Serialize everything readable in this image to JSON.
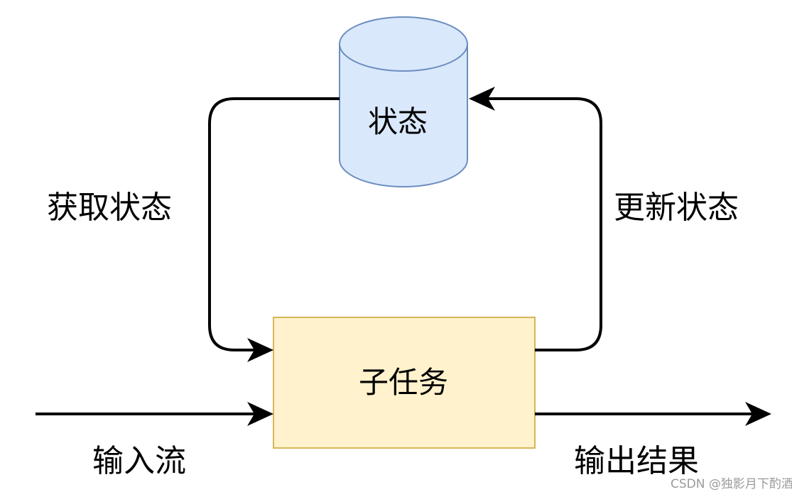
{
  "nodes": {
    "state": "状态",
    "subtask": "子任务"
  },
  "edges": {
    "get_state": "获取状态",
    "update_state": "更新状态",
    "input_stream": "输入流",
    "output_result": "输出结果"
  },
  "watermark": "CSDN @独影月下酌酒",
  "colors": {
    "state_fill": "#dae8fc",
    "state_stroke": "#6c8ebf",
    "subtask_fill": "#fff2cc",
    "subtask_stroke": "#d6b656",
    "edge": "#000000"
  }
}
